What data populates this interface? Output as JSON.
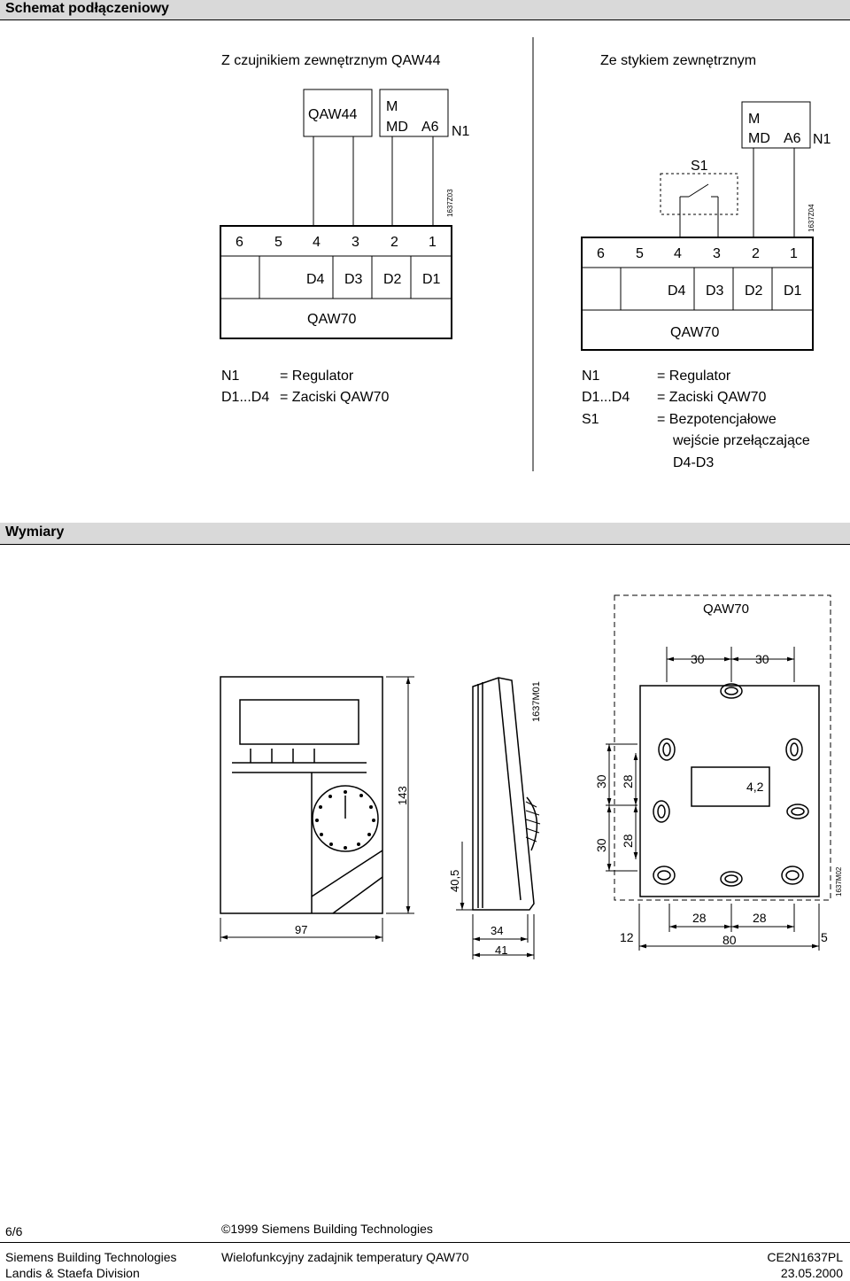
{
  "header": {
    "title": "Schemat podłączeniowy"
  },
  "section2": {
    "title": "Wymiary"
  },
  "left_diagram": {
    "heading": "Z czujnikiem zewnętrznym QAW44",
    "sensor_label": "QAW44",
    "controller_m": "M",
    "controller_md": "MD",
    "controller_a6": "A6",
    "controller_n1": "N1",
    "drawing_code": "1637Z03",
    "terminals_top": [
      "6",
      "5",
      "4",
      "3",
      "2",
      "1"
    ],
    "terminals_bottom": [
      "D4",
      "D3",
      "D2",
      "D1"
    ],
    "device_label": "QAW70",
    "legend": [
      {
        "key": "N1",
        "value": "= Regulator"
      },
      {
        "key": "D1...D4",
        "value": "= Zaciski QAW70"
      }
    ]
  },
  "right_diagram": {
    "heading": "Ze stykiem zewnętrznym",
    "controller_m": "M",
    "controller_md": "MD",
    "controller_a6": "A6",
    "controller_n1": "N1",
    "switch_label": "S1",
    "drawing_code": "1637Z04",
    "terminals_top": [
      "6",
      "5",
      "4",
      "3",
      "2",
      "1"
    ],
    "terminals_bottom": [
      "D4",
      "D3",
      "D2",
      "D1"
    ],
    "device_label": "QAW70",
    "legend": [
      {
        "key": "N1",
        "value": "= Regulator"
      },
      {
        "key": "D1...D4",
        "value": "= Zaciski QAW70"
      },
      {
        "key": "S1",
        "value": "= Bezpotencjałowe"
      }
    ],
    "legend_cont1": "wejście przełączające",
    "legend_cont2": "D4-D3"
  },
  "dimensions": {
    "front_width": "97",
    "front_height": "143",
    "side_code": "1637M01",
    "side_depth_inner": "34",
    "side_depth_outer": "41",
    "side_height": "40,5",
    "back_label": "QAW70",
    "back_top_30a": "30",
    "back_top_30b": "30",
    "back_left_30a": "30",
    "back_left_30b": "30",
    "back_left_28a": "28",
    "back_left_28b": "28",
    "back_hole": "4,2",
    "back_code": "1637M02",
    "back_bottom_28a": "28",
    "back_bottom_28b": "28",
    "back_bottom_12": "12",
    "back_bottom_80": "80",
    "back_bottom_5": "5"
  },
  "footer": {
    "page": "6/6",
    "copyright": "1999 Siemens Building Technologies",
    "company": "Siemens Building Technologies",
    "division": "Landis & Staefa Division",
    "product": "Wielofunkcyjny zadajnik temperatury QAW70",
    "doc_code": "CE2N1637PL",
    "date": "23.05.2000"
  }
}
